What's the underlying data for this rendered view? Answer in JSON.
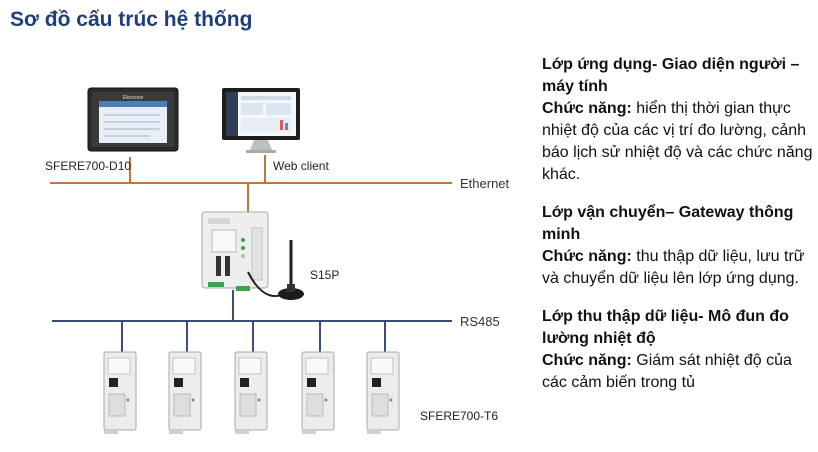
{
  "title": "Sơ đồ cấu trúc hệ thống",
  "devices": {
    "hmi_label": "SFERE700-D10",
    "hmi_brand": "Elecnove",
    "web_client_label": "Web client",
    "gateway_label": "S15P",
    "module_label": "SFERE700-T6",
    "module_count": 5
  },
  "buses": {
    "ethernet": "Ethernet",
    "rs485": "RS485"
  },
  "colors": {
    "title": "#1f3f7a",
    "ethernet_line": "#c0763a",
    "rs485_line": "#3a4f78"
  },
  "layers": [
    {
      "title": "Lớp ứng dụng- Giao diện người – máy tính",
      "function_label": "Chức năng:",
      "function_text": " hiển thị thời gian thực nhiệt độ của các vị trí đo lường, cảnh báo lịch sử nhiệt độ và các chức năng khác."
    },
    {
      "title": "Lớp vận chuyển– Gateway thông minh",
      "function_label": "Chức năng:",
      "function_text": " thu thập dữ liệu, lưu trữ và chuyển dữ liệu lên lớp ứng dụng."
    },
    {
      "title": "Lớp thu thập dữ liệu- Mô đun đo lường nhiệt độ",
      "function_label": "Chức năng:",
      "function_text": " Giám sát nhiệt độ của các cảm biến trong tủ"
    }
  ]
}
